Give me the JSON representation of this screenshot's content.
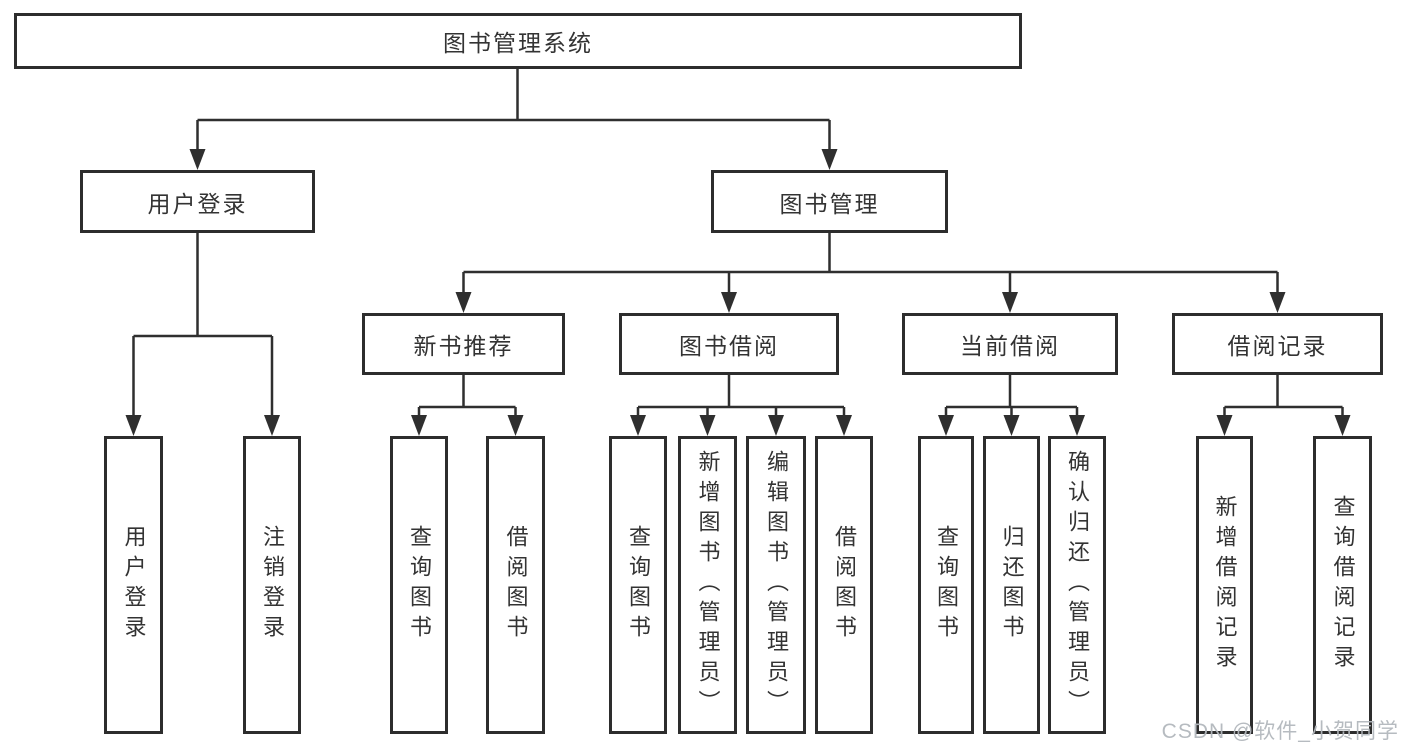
{
  "diagram_type": "functional-structure-tree",
  "tree": {
    "root": {
      "label": "图书管理系统",
      "children": [
        {
          "label": "用户登录",
          "children": [
            {
              "label": "用户登录"
            },
            {
              "label": "注销登录"
            }
          ]
        },
        {
          "label": "图书管理",
          "children": [
            {
              "label": "新书推荐",
              "children": [
                {
                  "label": "查询图书"
                },
                {
                  "label": "借阅图书"
                }
              ]
            },
            {
              "label": "图书借阅",
              "children": [
                {
                  "label": "查询图书"
                },
                {
                  "label": "新增图书（管理员）"
                },
                {
                  "label": "编辑图书（管理员）"
                },
                {
                  "label": "借阅图书"
                }
              ]
            },
            {
              "label": "当前借阅",
              "children": [
                {
                  "label": "查询图书"
                },
                {
                  "label": "归还图书"
                },
                {
                  "label": "确认归还（管理员）"
                }
              ]
            },
            {
              "label": "借阅记录",
              "children": [
                {
                  "label": "新增借阅记录"
                },
                {
                  "label": "查询借阅记录"
                }
              ]
            }
          ]
        }
      ]
    }
  },
  "watermark": {
    "text": "CSDN @软件_小贺同学"
  },
  "colors": {
    "line": "#2f2f2f",
    "border": "#2d2d2d",
    "text": "#333333",
    "background": "#ffffff",
    "watermark": "#b3b8bd"
  }
}
